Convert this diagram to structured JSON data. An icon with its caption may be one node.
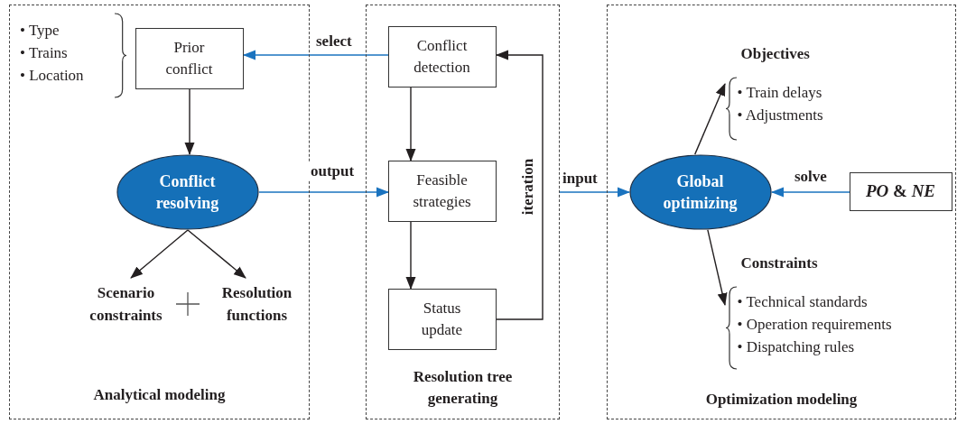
{
  "diagram": {
    "nodes": [
      {
        "text": [
          "Analytical modeling"
        ]
      },
      {
        "text": [
          "Prior conflict"
        ],
        "in": 0
      },
      {
        "text": [
          "Conflict resolving"
        ],
        "in": 0
      },
      {
        "text": [
          "Scenario constraints"
        ],
        "in": 0
      },
      {
        "text": [
          "Resolution functions"
        ],
        "in": 0
      },
      {
        "text": [
          "Resolution tree generating"
        ]
      },
      {
        "text": [
          "Conflict detection"
        ],
        "in": 5
      },
      {
        "text": [
          "Feasible strategies"
        ],
        "in": 5
      },
      {
        "text": [
          "Status update"
        ],
        "in": 5
      },
      {
        "text": [
          "Optimization modeling"
        ]
      },
      {
        "text": [
          "Global optimizing"
        ],
        "in": 9
      },
      {
        "text": [
          "Objectives",
          "• Train delays",
          "• Adjustments"
        ],
        "in": 9
      },
      {
        "text": [
          "Constraints",
          "• Technical standards",
          "• Operation requirements",
          "• Dispatching rules"
        ],
        "in": 9
      },
      {
        "text": [
          "*PO* & *NE*"
        ],
        "in": 9
      }
    ],
    "edges": [
      {
        "from": 6,
        "to": 1,
        "arrow": "to",
        "label": "select",
        "color": "#1a73bf"
      },
      {
        "from": 1,
        "to": 2,
        "arrow": "to"
      },
      {
        "from": 2,
        "to": 3,
        "arrow": "to"
      },
      {
        "from": 2,
        "to": 4,
        "arrow": "to"
      },
      {
        "from": 2,
        "to": 7,
        "arrow": "to",
        "label": "output",
        "color": "#1a73bf"
      },
      {
        "from": 6,
        "to": 7,
        "arrow": "to"
      },
      {
        "from": 7,
        "to": 8,
        "arrow": "to"
      },
      {
        "from": 8,
        "to": 6,
        "arrow": "to",
        "label": "iteration"
      },
      {
        "from": 5,
        "to": 10,
        "arrow": "to",
        "label": "input",
        "color": "#1a73bf"
      },
      {
        "from": 10,
        "to": 11,
        "arrow": "to"
      },
      {
        "from": 10,
        "to": 12,
        "arrow": "to"
      },
      {
        "from": 13,
        "to": 10,
        "arrow": "to",
        "label": "solve",
        "color": "#1a73bf"
      }
    ],
    "labels": [
      "• Type",
      "• Trains",
      "• Location"
    ]
  }
}
